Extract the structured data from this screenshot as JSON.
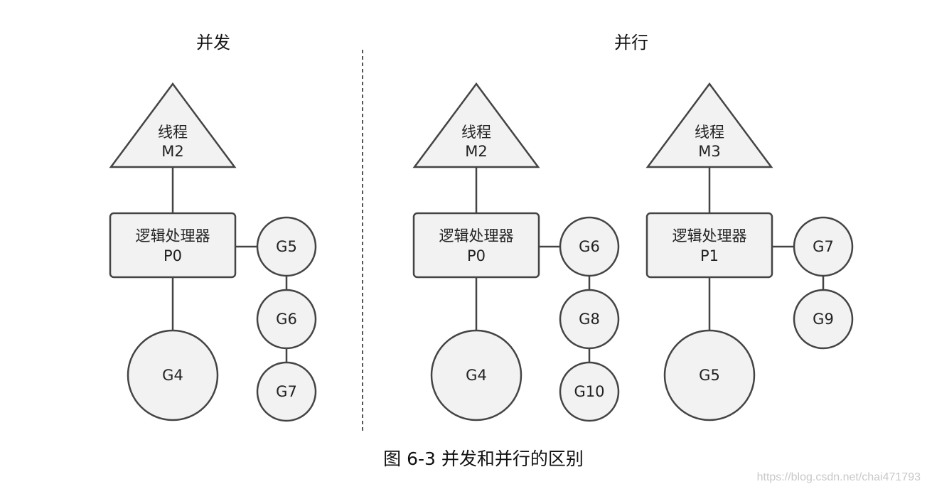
{
  "left": {
    "title": "并发",
    "thread": {
      "label": "线程",
      "id": "M2"
    },
    "processor": {
      "label": "逻辑处理器",
      "id": "P0"
    },
    "running": "G4",
    "queue": [
      "G5",
      "G6",
      "G7"
    ]
  },
  "right": {
    "title": "并行",
    "groups": [
      {
        "thread": {
          "label": "线程",
          "id": "M2"
        },
        "processor": {
          "label": "逻辑处理器",
          "id": "P0"
        },
        "running": "G4",
        "queue": [
          "G6",
          "G8",
          "G10"
        ]
      },
      {
        "thread": {
          "label": "线程",
          "id": "M3"
        },
        "processor": {
          "label": "逻辑处理器",
          "id": "P1"
        },
        "running": "G5",
        "queue": [
          "G7",
          "G9"
        ]
      }
    ]
  },
  "caption": "图 6-3    并发和并行的区别",
  "watermark": "https://blog.csdn.net/chai471793",
  "colors": {
    "fill": "#f2f2f2",
    "stroke": "#444444"
  }
}
